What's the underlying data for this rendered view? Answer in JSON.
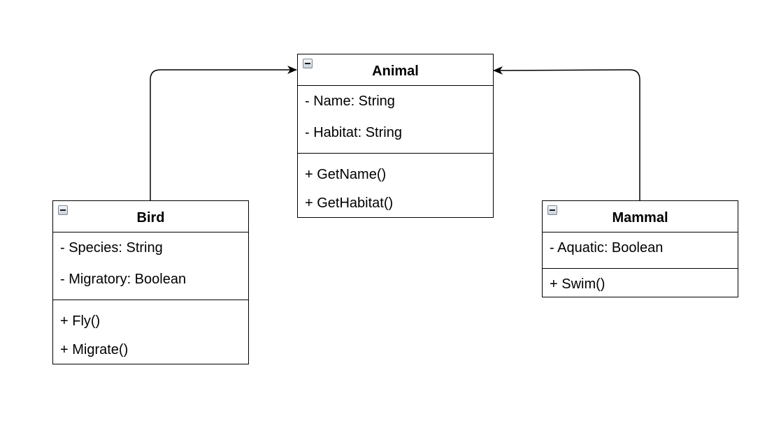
{
  "classes": {
    "animal": {
      "name": "Animal",
      "attributes": [
        "- Name: String",
        "- Habitat: String"
      ],
      "methods": [
        "+ GetName()",
        "+ GetHabitat()"
      ]
    },
    "bird": {
      "name": "Bird",
      "attributes": [
        "- Species: String",
        "- Migratory: Boolean"
      ],
      "methods": [
        "+ Fly()",
        "+ Migrate()"
      ]
    },
    "mammal": {
      "name": "Mammal",
      "attributes": [
        "- Aquatic: Boolean"
      ],
      "methods": [
        "+ Swim()"
      ]
    }
  },
  "relationships": [
    {
      "from": "Bird",
      "to": "Animal",
      "type": "generalization"
    },
    {
      "from": "Mammal",
      "to": "Animal",
      "type": "generalization"
    }
  ],
  "colors": {
    "line": "#000000",
    "background": "#ffffff"
  },
  "icons": {
    "collapse": "minus-square-icon"
  }
}
